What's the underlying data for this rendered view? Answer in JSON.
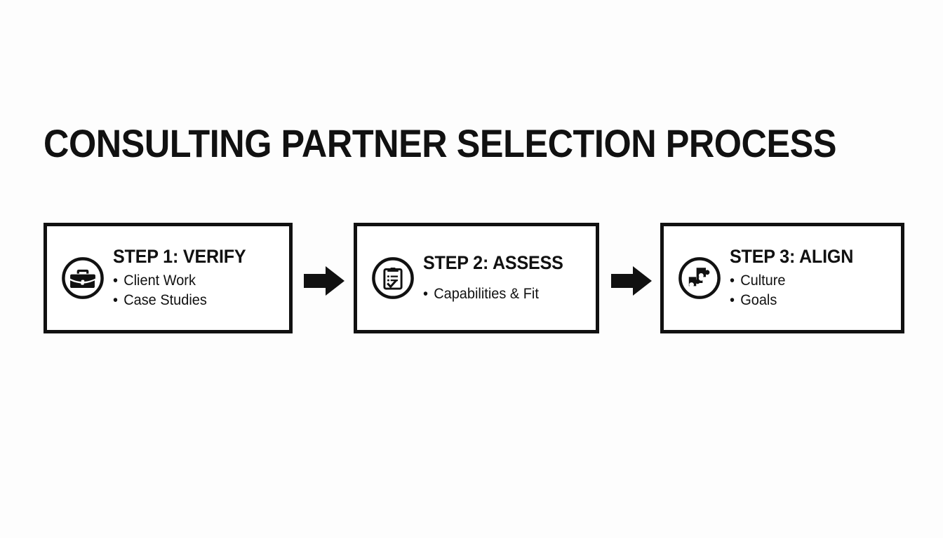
{
  "slide": {
    "title": "CONSULTING PARTNER SELECTION PROCESS",
    "background_color": "#fdfdfd",
    "foreground_color": "#111111"
  },
  "steps": [
    {
      "icon": "briefcase-icon",
      "heading": "STEP 1: VERIFY",
      "bullets": [
        "Client Work",
        "Case Studies"
      ]
    },
    {
      "icon": "clipboard-checklist-icon",
      "heading": "STEP 2: ASSESS",
      "bullets": [
        "Capabilities & Fit"
      ]
    },
    {
      "icon": "puzzle-pieces-icon",
      "heading": "STEP 3: ALIGN",
      "bullets": [
        "Culture",
        "Goals"
      ]
    }
  ],
  "connectors": [
    {
      "name": "arrow-right-icon",
      "from": "STEP 1: VERIFY",
      "to": "STEP 2: ASSESS"
    },
    {
      "name": "arrow-right-icon",
      "from": "STEP 2: ASSESS",
      "to": "STEP 3: ALIGN"
    }
  ]
}
